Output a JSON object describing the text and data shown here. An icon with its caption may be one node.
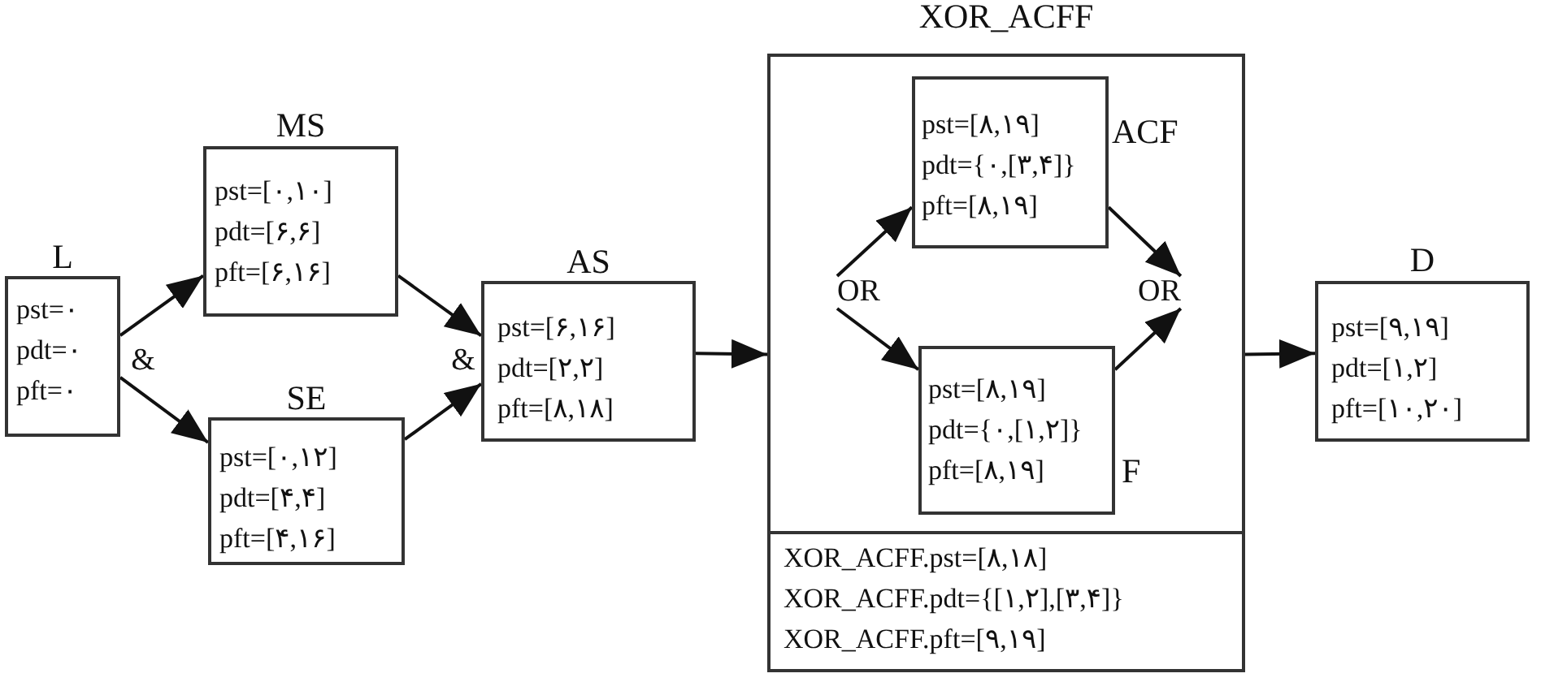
{
  "diagram": {
    "nodes": [
      {
        "text": [
          "L",
          "pst=۰",
          "pdt=۰",
          "pft=۰"
        ]
      },
      {
        "text": [
          "MS",
          "pst=[۰,۱۰]",
          "pdt=[۶,۶]",
          "pft=[۶,۱۶]"
        ]
      },
      {
        "text": [
          "SE",
          "pst=[۰,۱۲]",
          "pdt=[۴,۴]",
          "pft=[۴,۱۶]"
        ]
      },
      {
        "text": [
          "AS",
          "pst=[۶,۱۶]",
          "pdt=[۲,۲]",
          "pft=[۸,۱۸]"
        ]
      },
      {
        "text": [
          "XOR_ACFF"
        ]
      },
      {
        "text": [
          "OR"
        ],
        "in": 4
      },
      {
        "text": [
          "ACF",
          "pst=[۸,۱۹]",
          "pdt={۰,[۳,۴]}",
          "pft=[۸,۱۹]"
        ],
        "in": 4
      },
      {
        "text": [
          "F",
          "pst=[۸,۱۹]",
          "pdt={۰,[۱,۲]}",
          "pft=[۸,۱۹]"
        ],
        "in": 4
      },
      {
        "text": [
          "OR"
        ],
        "in": 4
      },
      {
        "text": [
          "XOR_ACFF.pst=[۸,۱۸]",
          "XOR_ACFF.pdt={[۱,۲],[۳,۴]}",
          "XOR_ACFF.pft=[۹,۱۹]"
        ],
        "in": 4
      },
      {
        "text": [
          "D",
          "pst=[۹,۱۹]",
          "pdt=[۱,۲]",
          "pft=[۱۰,۲۰]"
        ]
      }
    ],
    "edges": [
      {
        "from": 0,
        "to": 1,
        "arrow": "to"
      },
      {
        "from": 0,
        "to": 2,
        "arrow": "to"
      },
      {
        "from": 1,
        "to": 3,
        "arrow": "to"
      },
      {
        "from": 2,
        "to": 3,
        "arrow": "to"
      },
      {
        "from": 3,
        "to": 4,
        "arrow": "to"
      },
      {
        "from": 5,
        "to": 6,
        "arrow": "to"
      },
      {
        "from": 5,
        "to": 7,
        "arrow": "to"
      },
      {
        "from": 6,
        "to": 8,
        "arrow": "to"
      },
      {
        "from": 7,
        "to": 8,
        "arrow": "to"
      },
      {
        "from": 4,
        "to": 10,
        "arrow": "to"
      }
    ],
    "labels": [
      "&",
      "&"
    ]
  }
}
